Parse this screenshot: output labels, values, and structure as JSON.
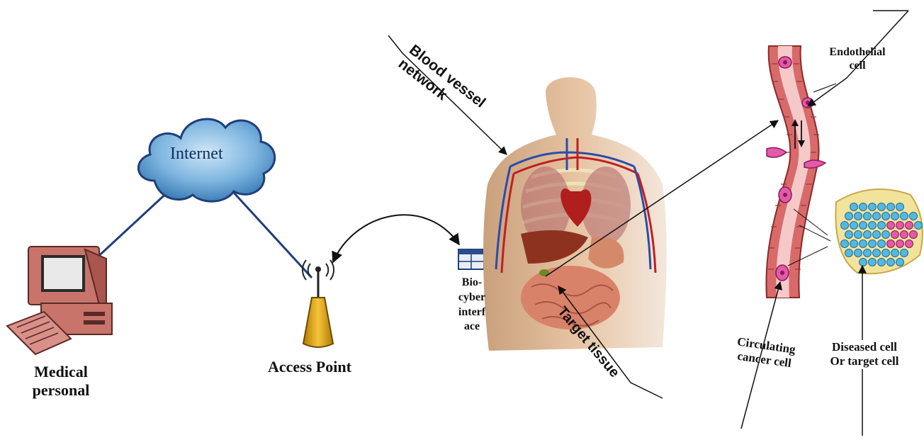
{
  "labels": {
    "internet": "Internet",
    "medical_line1": "Medical",
    "medical_line2": "personal",
    "access_point": "Access Point",
    "bio_line1": "Bio-",
    "bio_line2": "cyber",
    "bio_line3": "interf",
    "bio_line4": "ace",
    "blood_line1": "Blood vessel",
    "blood_line2": "network",
    "target_tissue": "Target tissue",
    "endo_line1": "Endothelial",
    "endo_line2": "cell",
    "circ_line1": "Circulating",
    "circ_line2": "cancer cell",
    "diseased_line1": "Diseased cell",
    "diseased_line2": "Or target cell"
  },
  "colors": {
    "link_line": "#1f3f7a",
    "cloud_fill": "#6aa7d8",
    "computer": "#c8746a",
    "access_point": "#e8b020",
    "vessel": "#d86a6a",
    "vessel_inner": "#f6c9c9",
    "cell": "#e35aa8",
    "tissue_cell": "#55b8e0"
  },
  "icons": [
    "cloud-icon",
    "computer-icon",
    "antenna-icon",
    "interface-chip-icon",
    "human-torso-icon",
    "blood-vessel-icon",
    "tissue-cluster-icon"
  ]
}
